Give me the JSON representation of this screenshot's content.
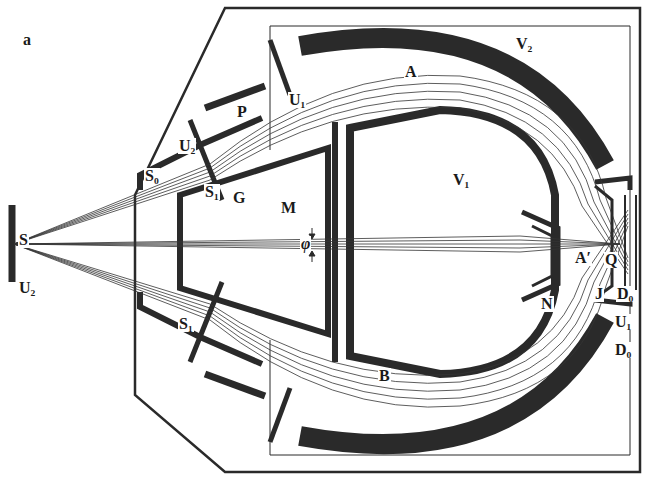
{
  "diagram": {
    "labels": [
      "a",
      "V₂",
      "A",
      "U₁",
      "P",
      "U₂",
      "S₀",
      "S₁",
      "G",
      "M",
      "V₁",
      "φ",
      "S",
      "A′",
      "N",
      "Q",
      "J",
      "D₀",
      "U₁",
      "D₀",
      "U₂",
      "S₁",
      "B"
    ]
  }
}
